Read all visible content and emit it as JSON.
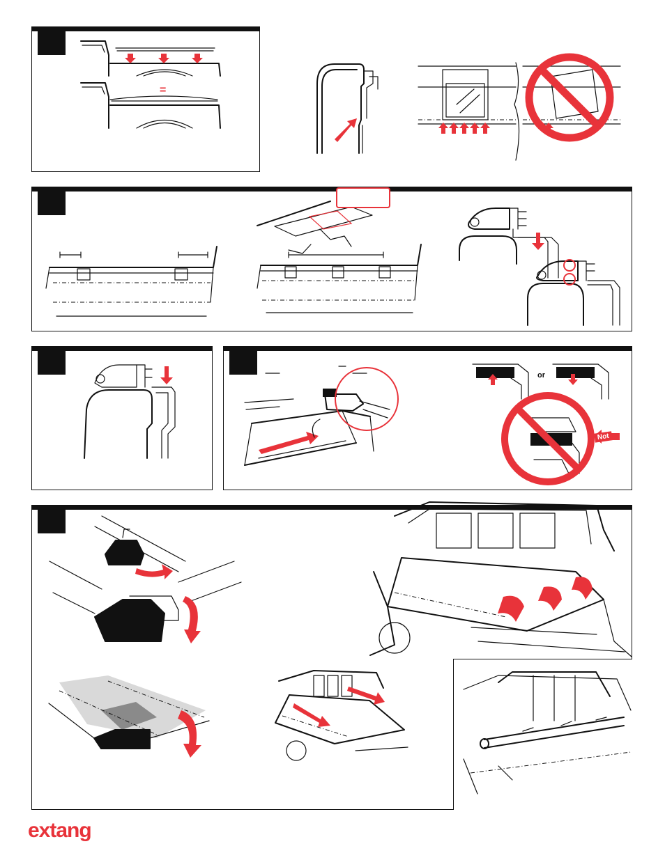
{
  "brand": {
    "logo_text": "extang",
    "accent_color": "#e8333a",
    "ink_color": "#111111"
  },
  "step1": {
    "equal_sign": "="
  },
  "step4": {
    "or_label": "or",
    "not_label": "Not"
  },
  "icons": {
    "prohibited": "prohibited-sign-icon",
    "arrow": "red-arrow-icon",
    "pinch_marker": "circled-fastener-icon"
  }
}
